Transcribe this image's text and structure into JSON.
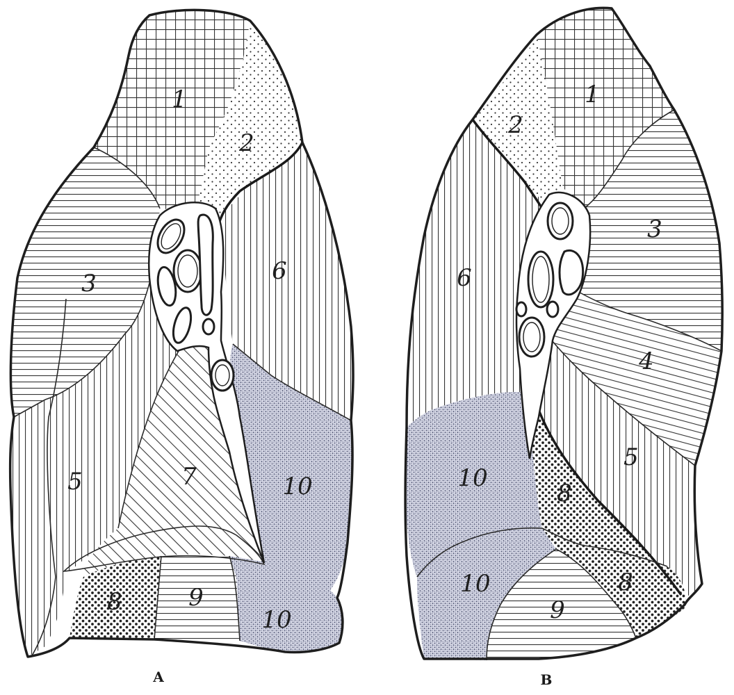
{
  "panels": [
    {
      "id": "A",
      "label": "A",
      "segments": [
        {
          "key": "s1",
          "label": "1",
          "pattern": "grid"
        },
        {
          "key": "s2",
          "label": "2",
          "pattern": "dots-fine"
        },
        {
          "key": "s3",
          "label": "3",
          "pattern": "horizontal"
        },
        {
          "key": "s5",
          "label": "5",
          "pattern": "vertical"
        },
        {
          "key": "s6",
          "label": "6",
          "pattern": "vertical"
        },
        {
          "key": "s7",
          "label": "7",
          "pattern": "diagonal"
        },
        {
          "key": "s8",
          "label": "8",
          "pattern": "dots-coarse"
        },
        {
          "key": "s9",
          "label": "9",
          "pattern": "horizontal"
        },
        {
          "key": "s10a",
          "label": "10",
          "pattern": "stipple"
        },
        {
          "key": "s10b",
          "label": "10",
          "pattern": "stipple"
        }
      ]
    },
    {
      "id": "B",
      "label": "B",
      "segments": [
        {
          "key": "s1",
          "label": "1",
          "pattern": "grid"
        },
        {
          "key": "s2",
          "label": "2",
          "pattern": "dots-fine"
        },
        {
          "key": "s3",
          "label": "3",
          "pattern": "horizontal"
        },
        {
          "key": "s4",
          "label": "4",
          "pattern": "diagonal-shallow"
        },
        {
          "key": "s5",
          "label": "5",
          "pattern": "vertical"
        },
        {
          "key": "s6",
          "label": "6",
          "pattern": "vertical"
        },
        {
          "key": "s8a",
          "label": "8",
          "pattern": "dots-coarse"
        },
        {
          "key": "s8b",
          "label": "8",
          "pattern": "dots-coarse"
        },
        {
          "key": "s9",
          "label": "9",
          "pattern": "horizontal"
        },
        {
          "key": "s10a",
          "label": "10",
          "pattern": "stipple"
        },
        {
          "key": "s10b",
          "label": "10",
          "pattern": "stipple"
        }
      ]
    }
  ],
  "colors": {
    "ink": "#1e1e1e",
    "paper": "#ffffff",
    "stipple": "#4a4f6e"
  }
}
